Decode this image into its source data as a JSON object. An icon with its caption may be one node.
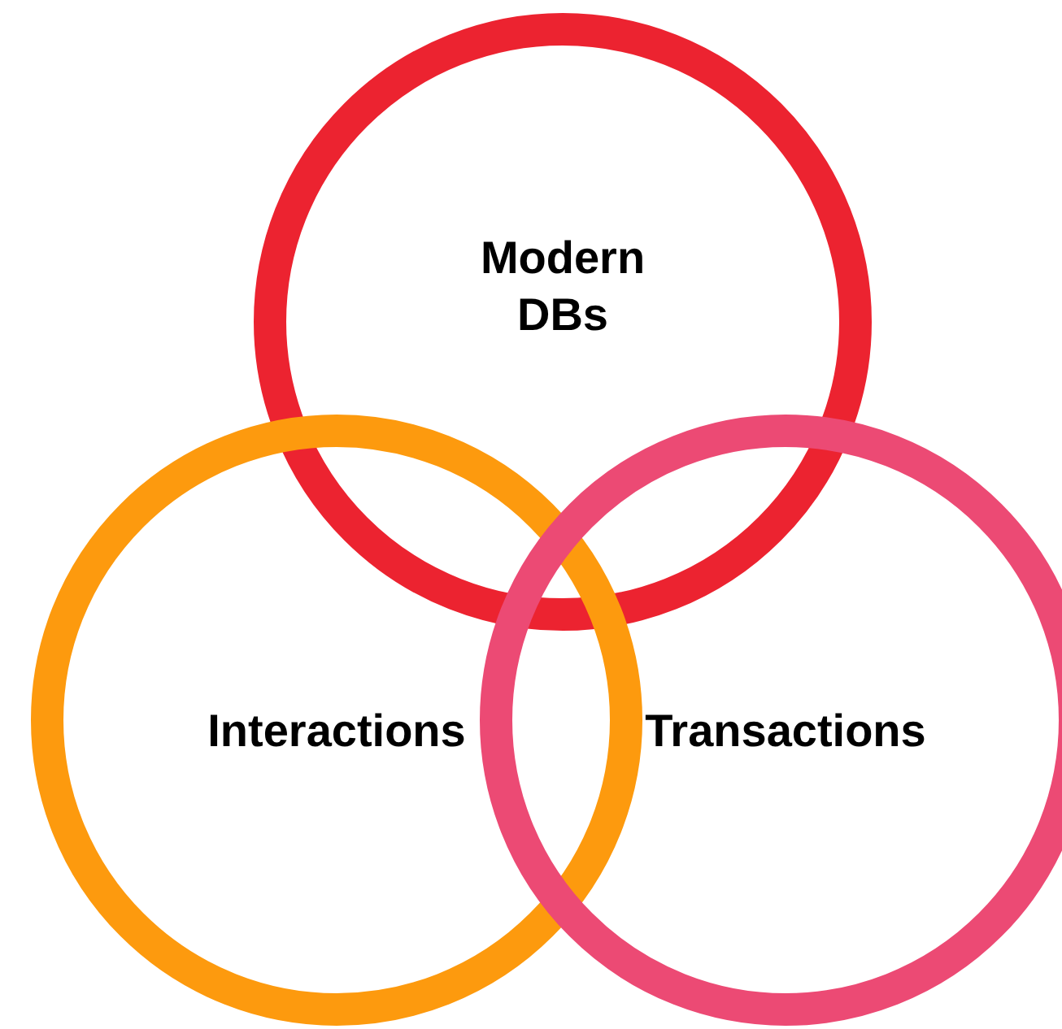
{
  "diagram": {
    "nodes": [
      {
        "text": [
          "Modern DBs"
        ]
      },
      {
        "text": [
          "Interactions"
        ]
      },
      {
        "text": [
          "Transactions"
        ]
      }
    ]
  }
}
